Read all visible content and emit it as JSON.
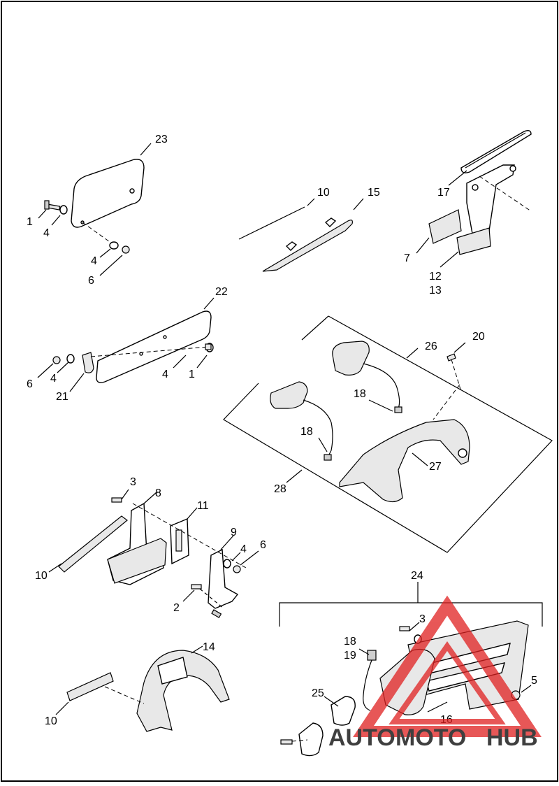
{
  "callouts": {
    "c23": "23",
    "c1a": "1",
    "c4a": "4",
    "c4b": "4",
    "c6a": "6",
    "c10a": "10",
    "c15": "15",
    "c17": "17",
    "c7": "7",
    "c12": "12",
    "c13": "13",
    "c22": "22",
    "c6b": "6",
    "c4c": "4",
    "c21": "21",
    "c4d": "4",
    "c1b": "1",
    "c26": "26",
    "c20": "20",
    "c18a": "18",
    "c18b": "18",
    "c27": "27",
    "c28": "28",
    "c3a": "3",
    "c8": "8",
    "c11": "11",
    "c9": "9",
    "c4e": "4",
    "c6c": "6",
    "c10b": "10",
    "c2": "2",
    "c24": "24",
    "c3b": "3",
    "c18c": "18",
    "c19": "19",
    "c25": "25",
    "c5": "5",
    "c16": "16",
    "c14": "14",
    "c10c": "10"
  },
  "watermark": {
    "brand_part1": "AUTO",
    "brand_part2": "MOTO",
    "brand_part3": "HUB",
    "color_orange": "#f5a623",
    "color_red": "#e02020",
    "color_gray": "#8c8c8c"
  }
}
